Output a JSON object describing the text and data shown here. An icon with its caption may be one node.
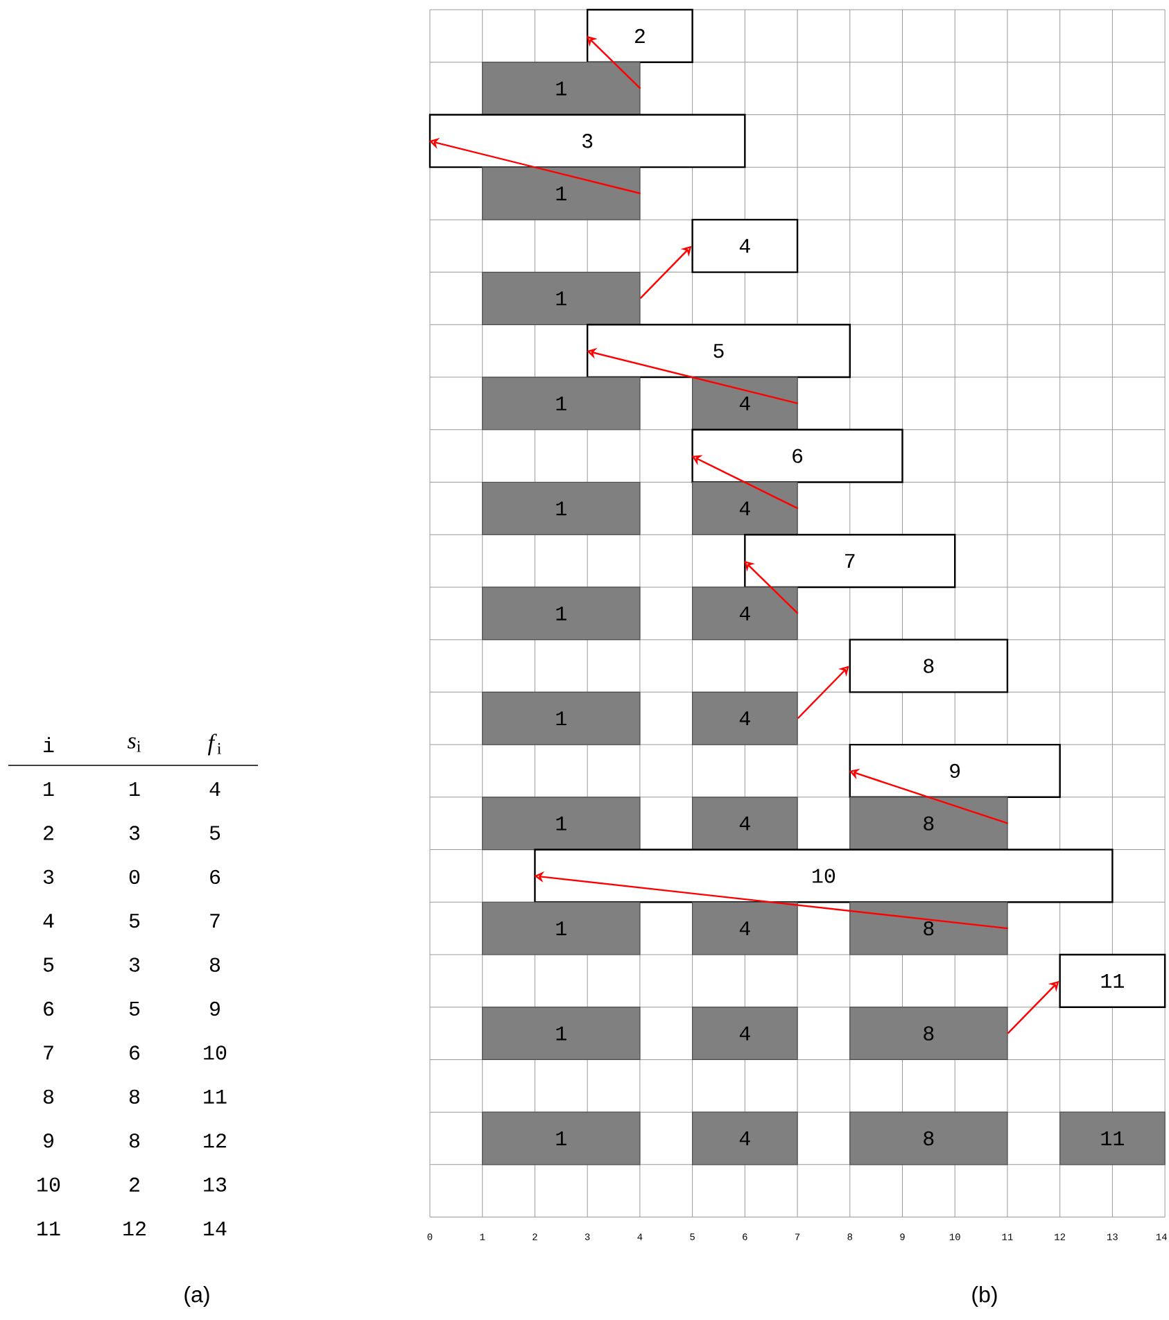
{
  "diagram": {
    "nodes": [
      {
        "text": [
          "2"
        ]
      },
      {
        "text": [
          "1"
        ]
      },
      {
        "text": [
          "3"
        ]
      },
      {
        "text": [
          "1"
        ]
      },
      {
        "text": [
          "4"
        ]
      },
      {
        "text": [
          "1"
        ]
      },
      {
        "text": [
          "5"
        ]
      },
      {
        "text": [
          "1"
        ]
      },
      {
        "text": [
          "4"
        ]
      },
      {
        "text": [
          "6"
        ]
      },
      {
        "text": [
          "1"
        ]
      },
      {
        "text": [
          "4"
        ]
      },
      {
        "text": [
          "7"
        ]
      },
      {
        "text": [
          "1"
        ]
      },
      {
        "text": [
          "4"
        ]
      },
      {
        "text": [
          "8"
        ]
      },
      {
        "text": [
          "1"
        ]
      },
      {
        "text": [
          "4"
        ]
      },
      {
        "text": [
          "9"
        ]
      },
      {
        "text": [
          "1"
        ]
      },
      {
        "text": [
          "4"
        ]
      },
      {
        "text": [
          "8"
        ]
      },
      {
        "text": [
          "10"
        ]
      },
      {
        "text": [
          "1"
        ]
      },
      {
        "text": [
          "4"
        ]
      },
      {
        "text": [
          "8"
        ]
      },
      {
        "text": [
          "11"
        ]
      },
      {
        "text": [
          "1"
        ]
      },
      {
        "text": [
          "4"
        ]
      },
      {
        "text": [
          "8"
        ]
      },
      {
        "text": [
          "1"
        ]
      },
      {
        "text": [
          "4"
        ]
      },
      {
        "text": [
          "8"
        ]
      },
      {
        "text": [
          "11"
        ]
      }
    ],
    "edges": [
      {
        "from": 1,
        "to": 0,
        "arrow": "to"
      },
      {
        "from": 3,
        "to": 2,
        "arrow": "to"
      },
      {
        "from": 5,
        "to": 4,
        "arrow": "to"
      },
      {
        "from": 8,
        "to": 6,
        "arrow": "to"
      },
      {
        "from": 11,
        "to": 9,
        "arrow": "to"
      },
      {
        "from": 14,
        "to": 12,
        "arrow": "to"
      },
      {
        "from": 17,
        "to": 15,
        "arrow": "to"
      },
      {
        "from": 21,
        "to": 18,
        "arrow": "to"
      },
      {
        "from": 25,
        "to": 22,
        "arrow": "to"
      },
      {
        "from": 29,
        "to": 26,
        "arrow": "to"
      }
    ],
    "labels": [
      "i",
      "*s*$_{i}$",
      "*f*$_{i}$",
      "1",
      "1",
      "4",
      "2",
      "3",
      "5",
      "3",
      "0",
      "6",
      "4",
      "5",
      "7",
      "5",
      "3",
      "8",
      "6",
      "5",
      "9",
      "7",
      "6",
      "10",
      "8",
      "8",
      "11",
      "9",
      "8",
      "12",
      "10",
      "2",
      "13",
      "11",
      "12",
      "14",
      "0",
      "1",
      "2",
      "3",
      "4",
      "5",
      "6",
      "7",
      "8",
      "9",
      "10",
      "11",
      "12",
      "13",
      "14",
      "(a)",
      "(b)"
    ]
  }
}
